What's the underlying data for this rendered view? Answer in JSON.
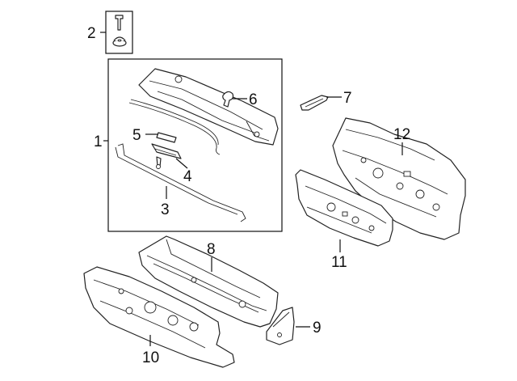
{
  "callouts": [
    {
      "id": "2",
      "label": "2"
    },
    {
      "id": "6",
      "label": "6"
    },
    {
      "id": "7",
      "label": "7"
    },
    {
      "id": "1",
      "label": "1"
    },
    {
      "id": "5",
      "label": "5"
    },
    {
      "id": "12",
      "label": "12"
    },
    {
      "id": "4",
      "label": "4"
    },
    {
      "id": "3",
      "label": "3"
    },
    {
      "id": "8",
      "label": "8"
    },
    {
      "id": "11",
      "label": "11"
    },
    {
      "id": "9",
      "label": "9"
    },
    {
      "id": "10",
      "label": "10"
    }
  ]
}
